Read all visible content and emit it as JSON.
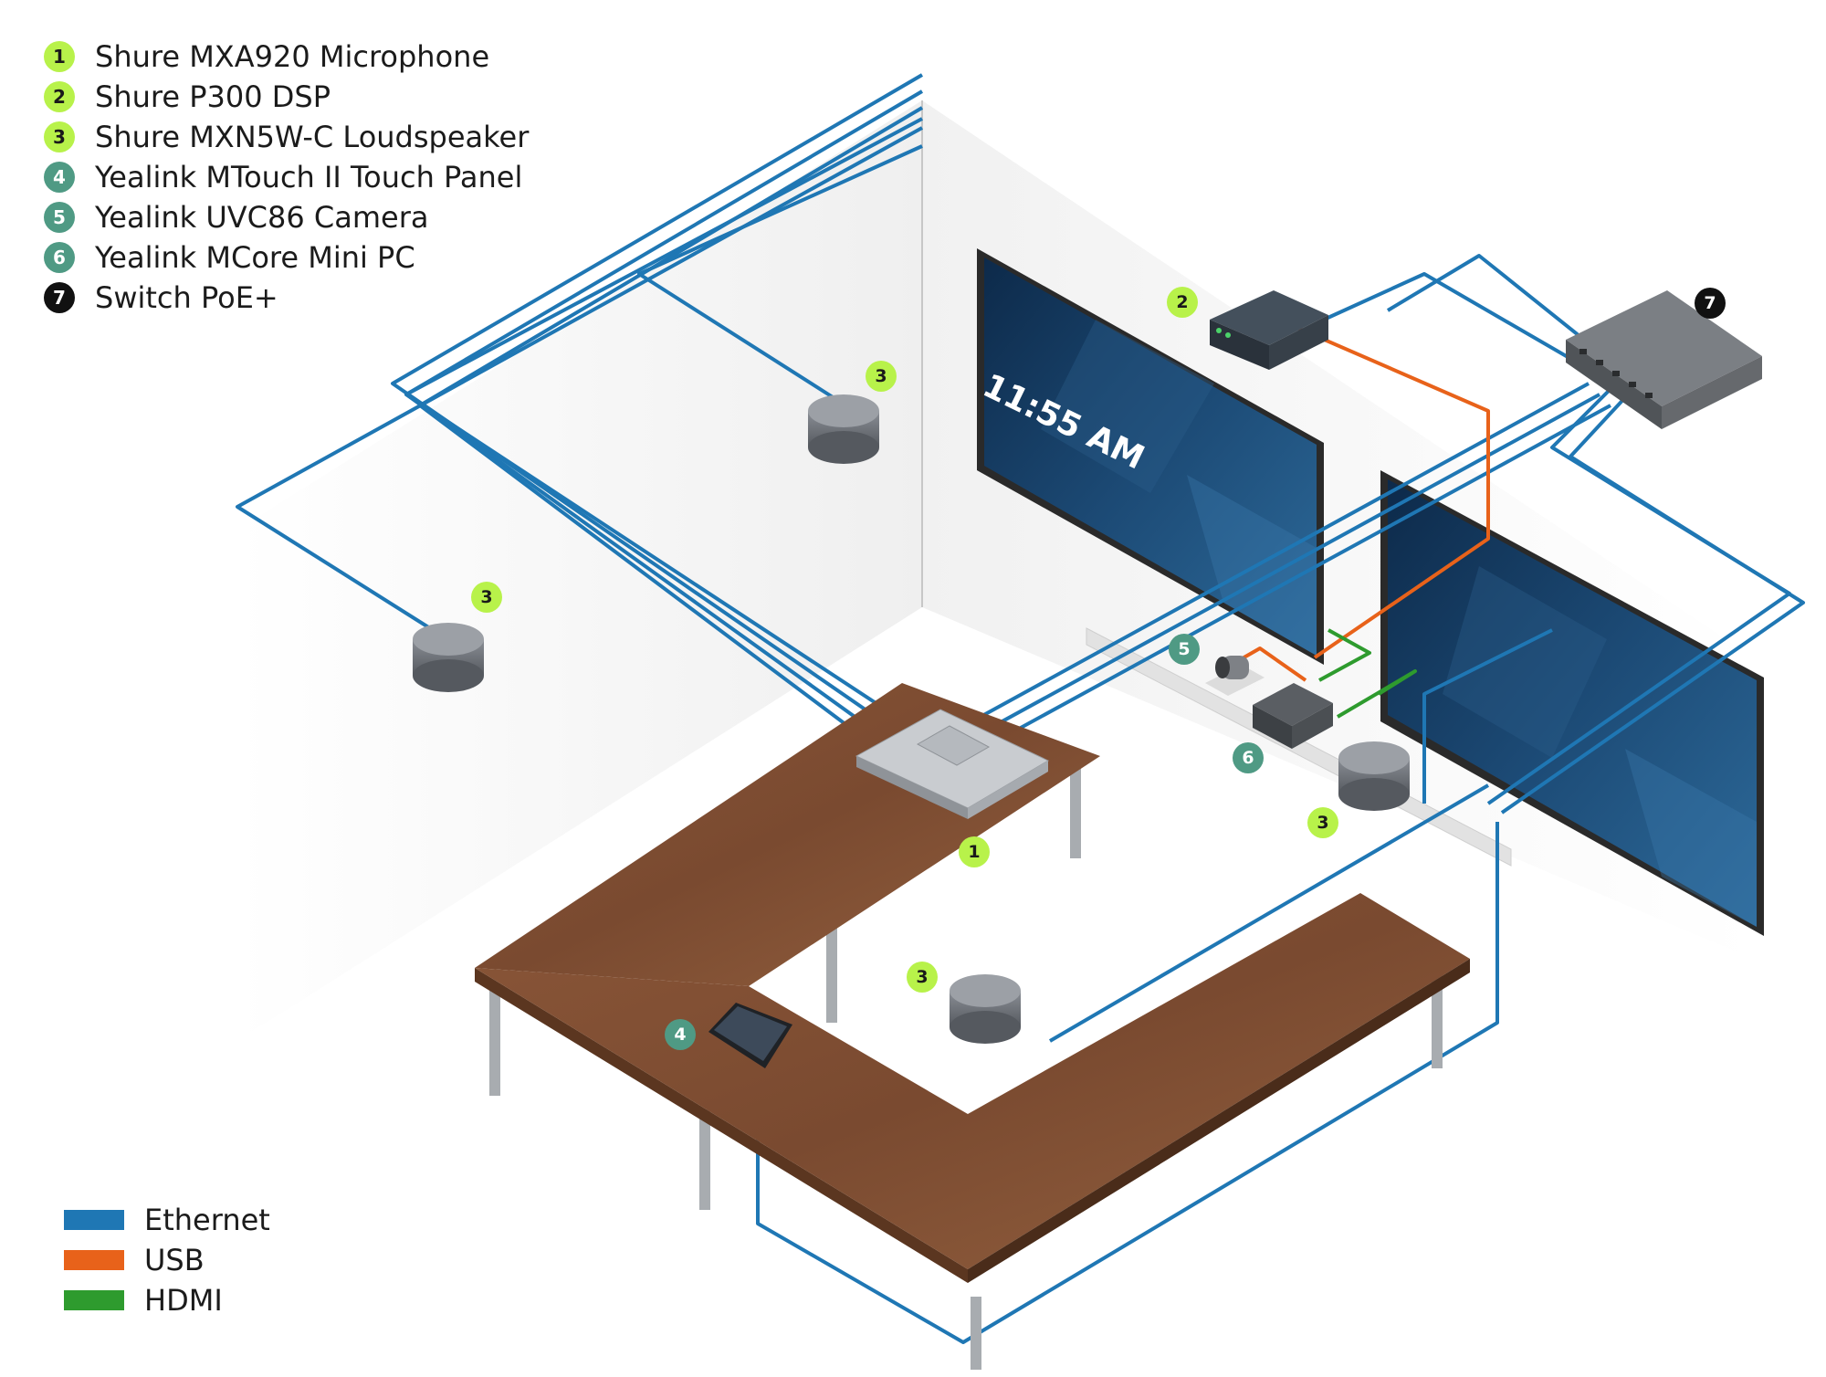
{
  "legend": [
    {
      "number": "1",
      "label": "Shure MXA920 Microphone",
      "color": "#b8f24a"
    },
    {
      "number": "2",
      "label": "Shure P300 DSP",
      "color": "#b8f24a"
    },
    {
      "number": "3",
      "label": "Shure MXN5W-C Loudspeaker",
      "color": "#b8f24a"
    },
    {
      "number": "4",
      "label": "Yealink MTouch II Touch Panel",
      "color": "#4f9a84"
    },
    {
      "number": "5",
      "label": "Yealink UVC86 Camera",
      "color": "#4f9a84"
    },
    {
      "number": "6",
      "label": "Yealink MCore Mini PC",
      "color": "#4f9a84"
    },
    {
      "number": "7",
      "label": "Switch PoE+",
      "color": "#111111"
    }
  ],
  "cables": [
    {
      "label": "Ethernet",
      "color": "#1f77b4"
    },
    {
      "label": "USB",
      "color": "#e8621a"
    },
    {
      "label": "HDMI",
      "color": "#2e9b2e"
    }
  ],
  "display": {
    "time": "11:55 AM"
  },
  "callouts": {
    "mic": "1",
    "dsp": "2",
    "spk_a": "3",
    "spk_b": "3",
    "spk_c": "3",
    "spk_d": "3",
    "panel": "4",
    "camera": "5",
    "minipc": "6",
    "switch": "7"
  }
}
